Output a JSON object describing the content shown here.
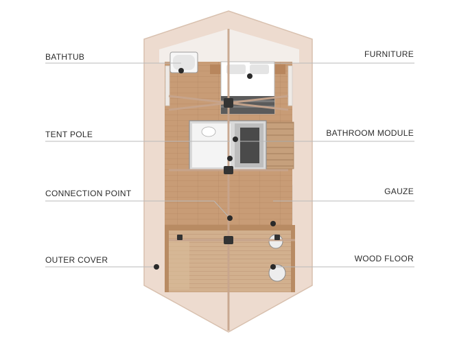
{
  "labels": {
    "bathtub": "BATHTUB",
    "tent_pole": "TENT POLE",
    "connection_point": "CONNECTION POINT",
    "outer_cover": "OUTER COVER",
    "furniture": "FURNITURE",
    "bathroom_module": "BATHROOM MODULE",
    "gauze": "GAUZE",
    "wood_floor": "WOOD FLOOR"
  },
  "colors": {
    "outer_cover": "#e9d6c9",
    "outer_cover_edge": "#d9c2b2",
    "wood_floor": "#c79b74",
    "wood_floor_dark": "#b98c66",
    "inner_wall": "#f2ede8",
    "tent_pole": "#c4a38c",
    "connector": "#3a3a3a",
    "leader_line": "#b5b5b5",
    "text": "#2a2a2a"
  }
}
